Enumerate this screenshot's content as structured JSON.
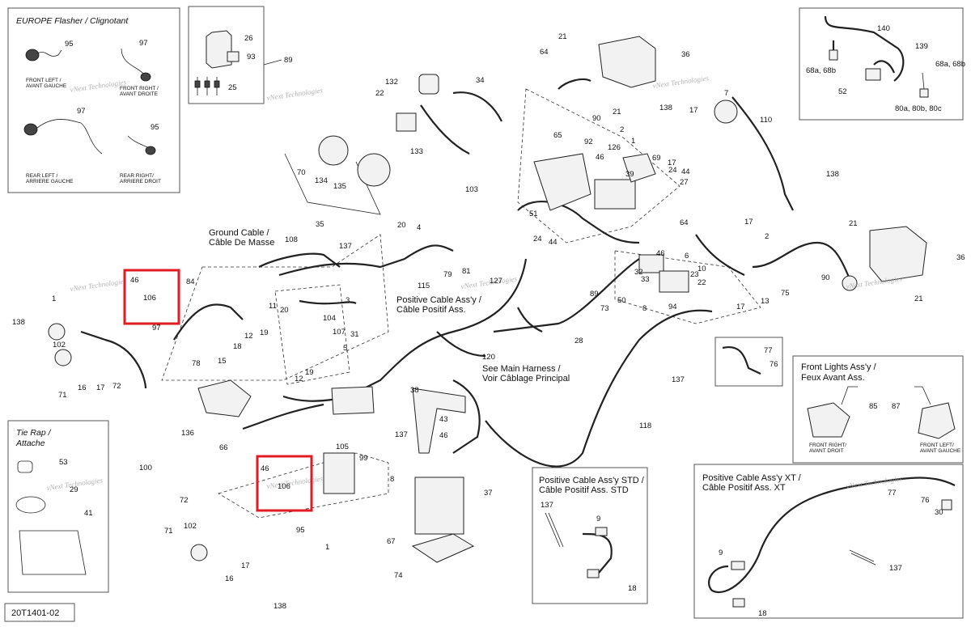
{
  "diagram_id": "20T1401-02",
  "watermark": "vNext Technologies",
  "highlights": [
    {
      "label_top": "46",
      "label_bottom": "106"
    },
    {
      "label_top": "46",
      "label_bottom": "106"
    }
  ],
  "insets": {
    "flasher": {
      "title": "EUROPE Flasher / Clignotant",
      "numbers": [
        "95",
        "97",
        "97",
        "95"
      ],
      "front_left": [
        "FRONT LEFT /",
        "AVANT GAUCHE"
      ],
      "front_right": [
        "FRONT RIGHT /",
        "AVANT DROITE"
      ],
      "rear_left": [
        "REAR LEFT /",
        "ARRIERE GAUCHE"
      ],
      "rear_right": [
        "REAR RIGHT/",
        "ARRIERE DROIT"
      ]
    },
    "relay": {
      "numbers": [
        "26",
        "93",
        "25",
        "89"
      ]
    },
    "mirror": {
      "numbers": [
        "140",
        "139",
        "68a, 68b",
        "68a, 68b",
        "52",
        "80a, 80b, 80c"
      ]
    },
    "tie_rap": {
      "title": [
        "Tie Rap /",
        "Attache"
      ],
      "numbers": [
        "53",
        "29",
        "41"
      ]
    },
    "front_lights": {
      "title": [
        "Front Lights Ass'y /",
        "Feux Avant Ass."
      ],
      "numbers": [
        "85",
        "87"
      ],
      "right": [
        "FRONT RIGHT/",
        "AVANT DROIT"
      ],
      "left": [
        "FRONT LEFT/",
        "AVANT GAUCHE"
      ]
    },
    "cable_std": {
      "title": [
        "Positive Cable Ass'y STD /",
        "Câble Positif Ass. STD"
      ],
      "numbers": [
        "137",
        "9",
        "18"
      ]
    },
    "cable_xt": {
      "title": [
        "Positive Cable Ass'y XT /",
        "Câble Positif Ass. XT"
      ],
      "numbers": [
        "77",
        "76",
        "30",
        "137",
        "9",
        "18"
      ]
    },
    "detail_77": {
      "numbers": [
        "77",
        "76"
      ]
    }
  },
  "callouts": {
    "ground_cable": [
      "Ground Cable /",
      "Câble De Masse"
    ],
    "positive_cable": [
      "Positive Cable Ass'y /",
      "Câble Positif Ass."
    ],
    "main_harness": [
      "See Main Harness /",
      "Voir Câblage Principal"
    ]
  },
  "labels": {
    "top_center": [
      "21",
      "64",
      "36",
      "132",
      "22",
      "34",
      "133",
      "65",
      "92",
      "90",
      "21",
      "138",
      "7",
      "17",
      "110",
      "2",
      "1",
      "126",
      "69",
      "46",
      "17",
      "24",
      "44",
      "27",
      "39",
      "70",
      "134",
      "135",
      "35",
      "103",
      "51",
      "24",
      "44",
      "64",
      "138",
      "17",
      "2",
      "21",
      "36",
      "90",
      "21"
    ],
    "middle": [
      "108",
      "137",
      "20",
      "4",
      "84",
      "115",
      "79",
      "81",
      "127",
      "89",
      "73",
      "50",
      "46",
      "33",
      "32",
      "6",
      "10",
      "23",
      "8",
      "94",
      "22",
      "17",
      "13",
      "75",
      "11",
      "20",
      "3",
      "104",
      "107",
      "31",
      "12",
      "19",
      "18",
      "5",
      "19",
      "12",
      "120",
      "28",
      "78",
      "15",
      "137"
    ],
    "left": [
      "1",
      "138",
      "102",
      "97",
      "16",
      "17",
      "72",
      "71"
    ],
    "lower": [
      "38",
      "43",
      "46",
      "137",
      "118",
      "136",
      "66",
      "100",
      "105",
      "99",
      "8",
      "37",
      "67",
      "74",
      "72",
      "102",
      "71",
      "16",
      "95",
      "1",
      "17",
      "138"
    ]
  }
}
